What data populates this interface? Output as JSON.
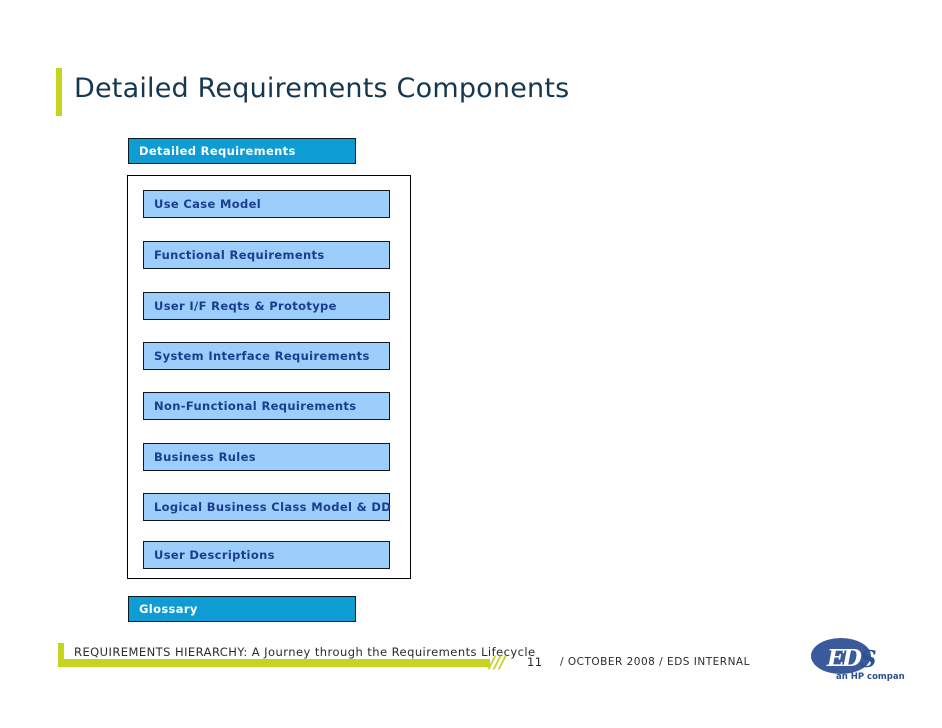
{
  "slide": {
    "title": "Detailed Requirements Components",
    "accent_color": "#c6d420",
    "title_color": "#15374f"
  },
  "diagram": {
    "header_box": {
      "label": "Detailed Requirements",
      "fill": "#0d9dd4",
      "text_color": "#ffffff"
    },
    "items": [
      {
        "label": "Use Case Model"
      },
      {
        "label": "Functional Requirements"
      },
      {
        "label": "User I/F Reqts & Prototype"
      },
      {
        "label": "System Interface Requirements"
      },
      {
        "label": "Non-Functional Requirements"
      },
      {
        "label": "Business Rules"
      },
      {
        "label": "Logical Business Class Model & DD"
      },
      {
        "label": "User Descriptions"
      }
    ],
    "item_fill": "#9ccdfb",
    "item_text_color": "#1b3d8f",
    "footer_box": {
      "label": "Glossary",
      "fill": "#0d9dd4",
      "text_color": "#ffffff"
    }
  },
  "footer": {
    "text": "REQUIREMENTS HIERARCHY: A Journey through the Requirements Lifecycle",
    "slashes": "///",
    "page_number": "11",
    "meta": "/ OCTOBER 2008 /  EDS INTERNAL",
    "bar_color": "#c6d420"
  },
  "logo": {
    "name": "EDS",
    "tagline": "an HP company",
    "ellipse_color": "#3a5a9b",
    "wordmark_color": "#2d4f91"
  }
}
